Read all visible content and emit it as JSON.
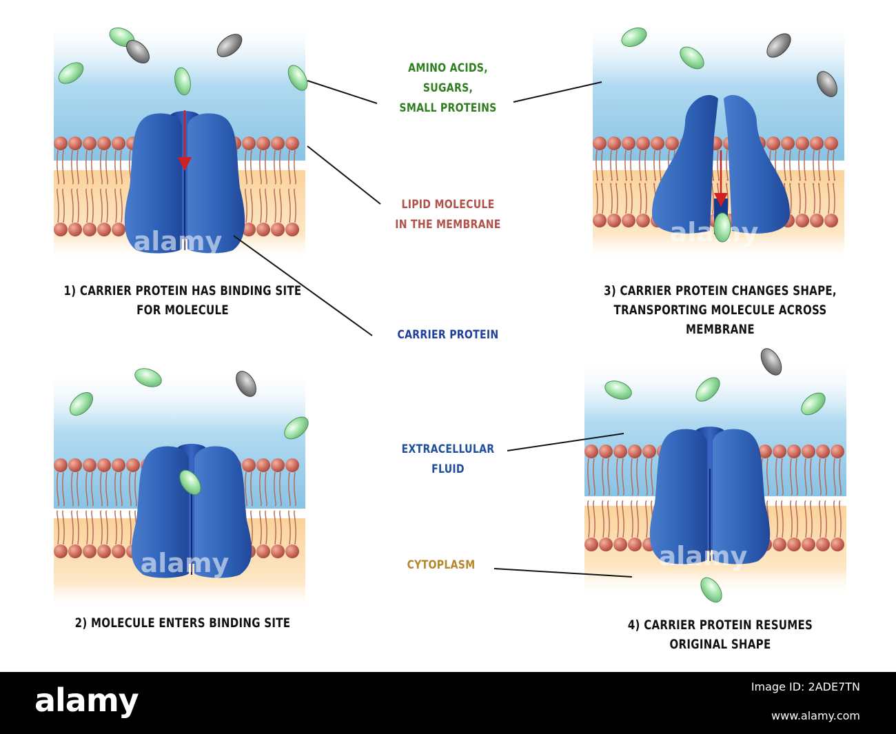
{
  "labels": {
    "amino": {
      "lines": [
        "AMINO ACIDS,",
        "SUGARS,",
        "SMALL PROTEINS"
      ],
      "color": "#2e7d1e"
    },
    "lipid": {
      "lines": [
        "LIPID MOLECULE",
        "IN THE MEMBRANE"
      ],
      "color": "#b0524a"
    },
    "carrier": {
      "lines": [
        "CARRIER PROTEIN"
      ],
      "color": "#1f3f9a"
    },
    "extracellular": {
      "lines": [
        "EXTRACELLULAR",
        "FLUID"
      ],
      "color": "#1f4f9a"
    },
    "cytoplasm": {
      "lines": [
        "CYTOPLASM"
      ],
      "color": "#b5862a"
    }
  },
  "captions": {
    "step1": [
      "1) CARRIER PROTEIN HAS BINDING SITE",
      "FOR MOLECULE"
    ],
    "step2": [
      "2) MOLECULE ENTERS BINDING SITE"
    ],
    "step3": [
      "3) CARRIER PROTEIN CHANGES SHAPE,",
      "TRANSPORTING MOLECULE ACROSS MEMBRANE"
    ],
    "step4": [
      "4) CARRIER PROTEIN RESUMES",
      "ORIGINAL SHAPE"
    ]
  },
  "watermark": "alamy",
  "footer": {
    "logo": "alamy",
    "image_id": "Image ID: 2ADE7TN",
    "url": "www.alamy.com"
  },
  "colors": {
    "extracellular_fluid": "#8ec9e8",
    "cytoplasm": "#fcd9a4",
    "protein": "#2f63b8",
    "lipid_head": "#c9685a",
    "arrow": "#d21f1f",
    "molecule": "#8fdc9a"
  }
}
